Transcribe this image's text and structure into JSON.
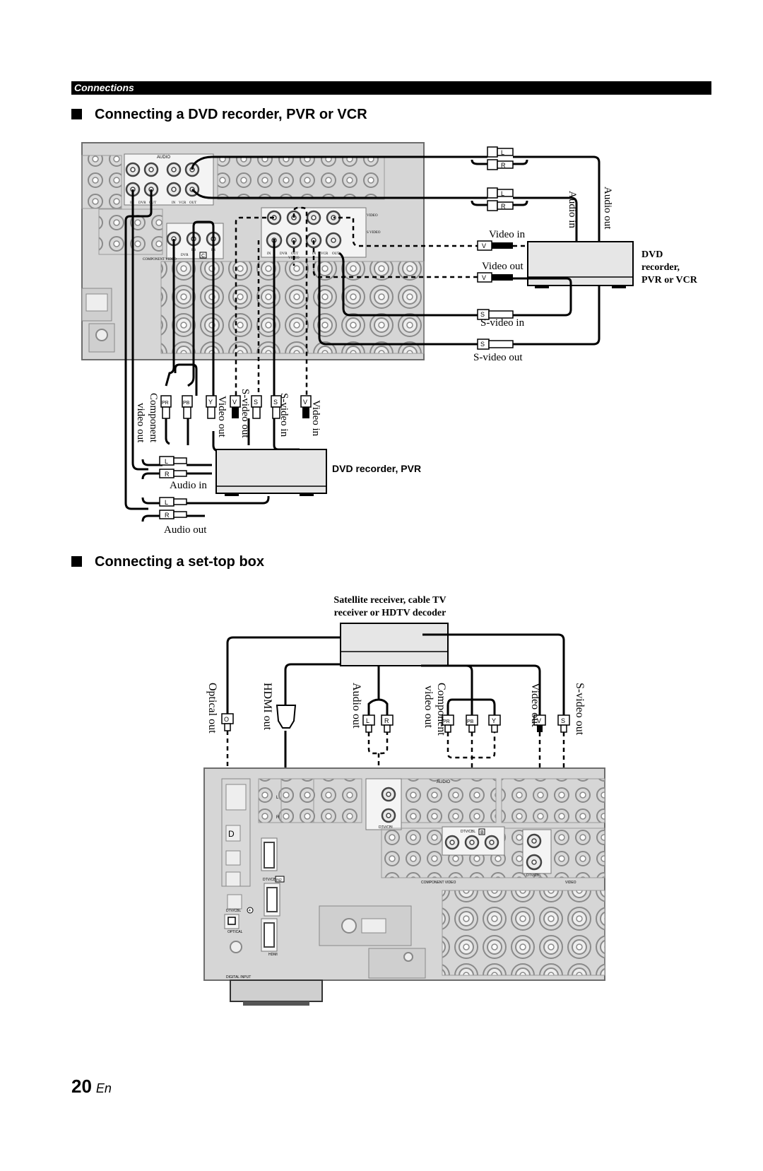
{
  "header": {
    "section": "Connections"
  },
  "section1": {
    "title": "Connecting a DVD recorder, PVR or VCR",
    "panel_labels": {
      "audio": "AUDIO",
      "in": "IN",
      "dvr": "DVR",
      "out": "OUT",
      "in2": "IN",
      "vcr": "VCR",
      "out2": "OUT",
      "y": "Y",
      "pb": "PB",
      "pr": "PR",
      "dvr_comp": "DVR",
      "component_video": "COMPONENT VIDEO",
      "c_badge": "C",
      "video": "VIDEO",
      "s_video": "S VIDEO",
      "in3": "IN",
      "dvr2": "DVR",
      "out3": "OUT",
      "in4": "IN",
      "vcr2": "VCR",
      "out4": "OUT",
      "video2": "VIDEO"
    },
    "right_device": {
      "name_line1": "DVD",
      "name_line2": "recorder,",
      "name_line3": "PVR or VCR",
      "audio_in": "Audio in",
      "audio_out": "Audio out",
      "video_in": "Video in",
      "video_out": "Video out",
      "s_video_in": "S-video in",
      "s_video_out": "S-video out"
    },
    "bottom_device": {
      "name": "DVD recorder, PVR",
      "component_video_out": "Component video out",
      "video_out": "Video out",
      "s_video_out": "S-video out",
      "s_video_in": "S-video in",
      "video_in": "Video in",
      "audio_in": "Audio in",
      "audio_out": "Audio out"
    },
    "plug_letters": {
      "l": "L",
      "r": "R",
      "v": "V",
      "s": "S",
      "pr": "PR",
      "pb": "PB",
      "y": "Y"
    }
  },
  "section2": {
    "title": "Connecting a set-top box",
    "device_name_line1": "Satellite receiver, cable TV",
    "device_name_line2": "receiver or HDTV decoder",
    "labels": {
      "optical_out": "Optical out",
      "hdmi_out": "HDMI out",
      "audio_out": "Audio out",
      "component_video_out": "Component video out",
      "video_out": "Video out",
      "s_video_out": "S-video out"
    },
    "plug_letters": {
      "o": "O",
      "l": "L",
      "r": "R",
      "pr": "PR",
      "pb": "PB",
      "y": "Y",
      "v": "V",
      "s": "S"
    },
    "panel_labels": {
      "audio": "AUDIO",
      "l": "L",
      "r": "R",
      "dtv_cbl": "DTV/CBL",
      "dtv_cbl2": "DTV/CBL",
      "dtv_cbl3": "DTV/CBL",
      "b_badge": "B",
      "component_video": "COMPONENT VIDEO",
      "video": "VIDEO",
      "dtv_cbl_hdmi": "DTV/CBL",
      "in2": "IN2",
      "dtv_cbl_opt": "DTV/CBL",
      "four": "4",
      "optical": "OPTICAL",
      "hdmi": "HDMI",
      "digital_input": "DIGITAL INPUT",
      "d": "D"
    }
  },
  "footer": {
    "page_number": "20",
    "language": "En"
  }
}
